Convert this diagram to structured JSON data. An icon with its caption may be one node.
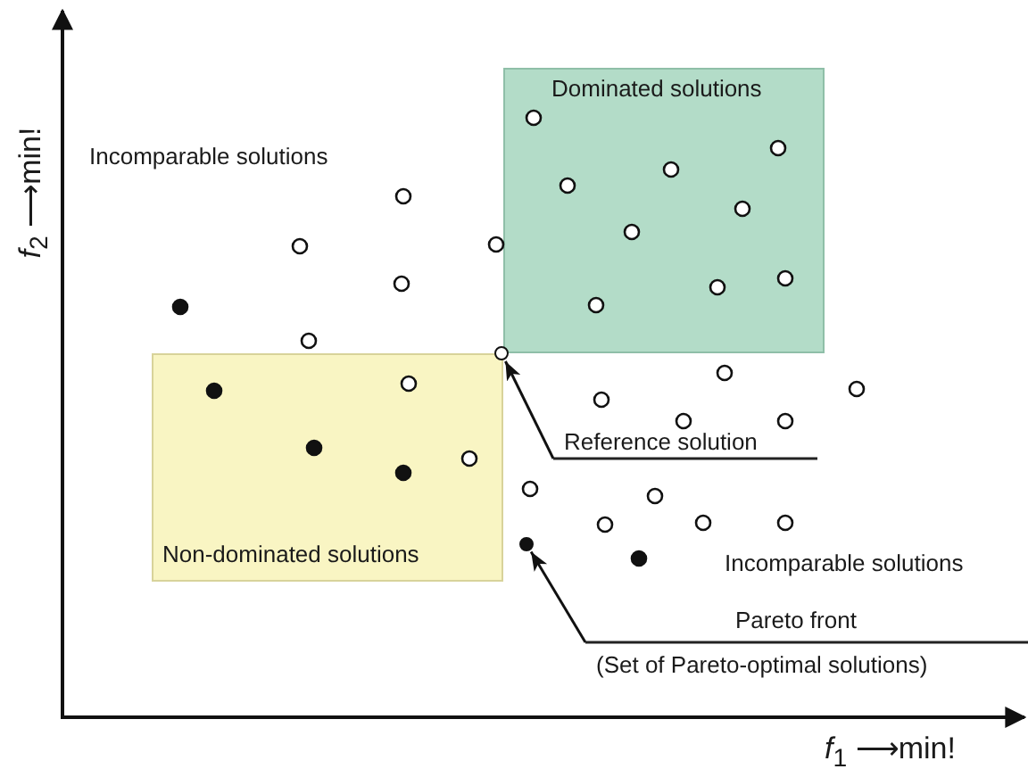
{
  "diagram": {
    "nodes": [
      {
        "text": [
          "Dominated solutions"
        ]
      },
      {
        "text": [
          "Non-dominated solutions"
        ]
      },
      {
        "text": [
          "Reference solution"
        ]
      },
      {
        "text": [],
        "shape": "circle"
      },
      {
        "text": [
          "Pareto front",
          "(Set of Pareto-optimal solutions)"
        ]
      },
      {
        "text": [],
        "shape": "circle"
      }
    ],
    "edges": [
      {
        "from": 2,
        "to": 3,
        "arrow": "to"
      },
      {
        "from": 4,
        "to": 5,
        "arrow": "to"
      }
    ],
    "labels": [
      "*f*$_{2}$ ⟶min!",
      "Incomparable solutions",
      "Incomparable solutions",
      "*f*$_{1}$ ⟶min!"
    ]
  }
}
